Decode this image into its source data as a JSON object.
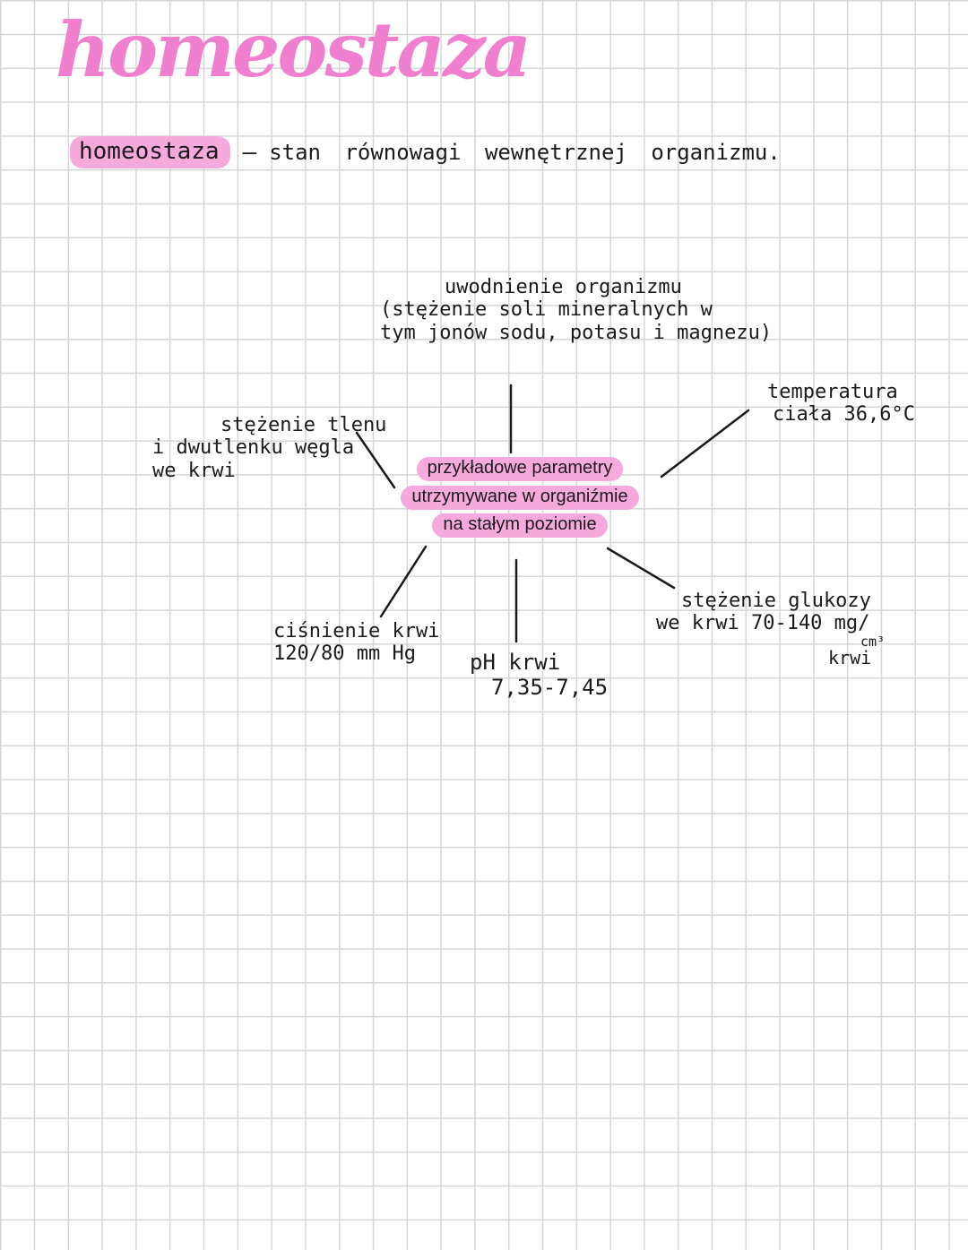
{
  "title": "homeostaza",
  "definition": {
    "term": "homeostaza",
    "dash": "–",
    "text": "stan równowagi wewnętrznej organizmu."
  },
  "center": {
    "lines": [
      "przykładowe parametry",
      "utrzymywane w organiźmie",
      "na stałym poziomie"
    ]
  },
  "branches": {
    "top": {
      "lines": [
        "uwodnienie organizmu",
        "(stężenie soli mineralnych w",
        "tym jonów sodu, potasu i magnezu)"
      ]
    },
    "temperature": {
      "lines": [
        "temperatura",
        "ciała 36,6°C"
      ]
    },
    "oxygen": {
      "lines": [
        "stężenie tlenu",
        "i dwutlenku węgla",
        "we krwi"
      ]
    },
    "pressure": {
      "lines": [
        "ciśnienie krwi",
        "120/80 mm Hg"
      ]
    },
    "ph": {
      "lines": [
        "pH krwi",
        "7,35-7,45"
      ]
    },
    "glucose": {
      "lines": [
        "stężenie glukozy",
        "we krwi 70-140 mg/",
        "cm³",
        "krwi"
      ]
    }
  },
  "colors": {
    "highlight": "#f6a9dc",
    "title": "#f07fd0",
    "grid": "#d6d6d6",
    "ink": "#1a1a1a"
  }
}
